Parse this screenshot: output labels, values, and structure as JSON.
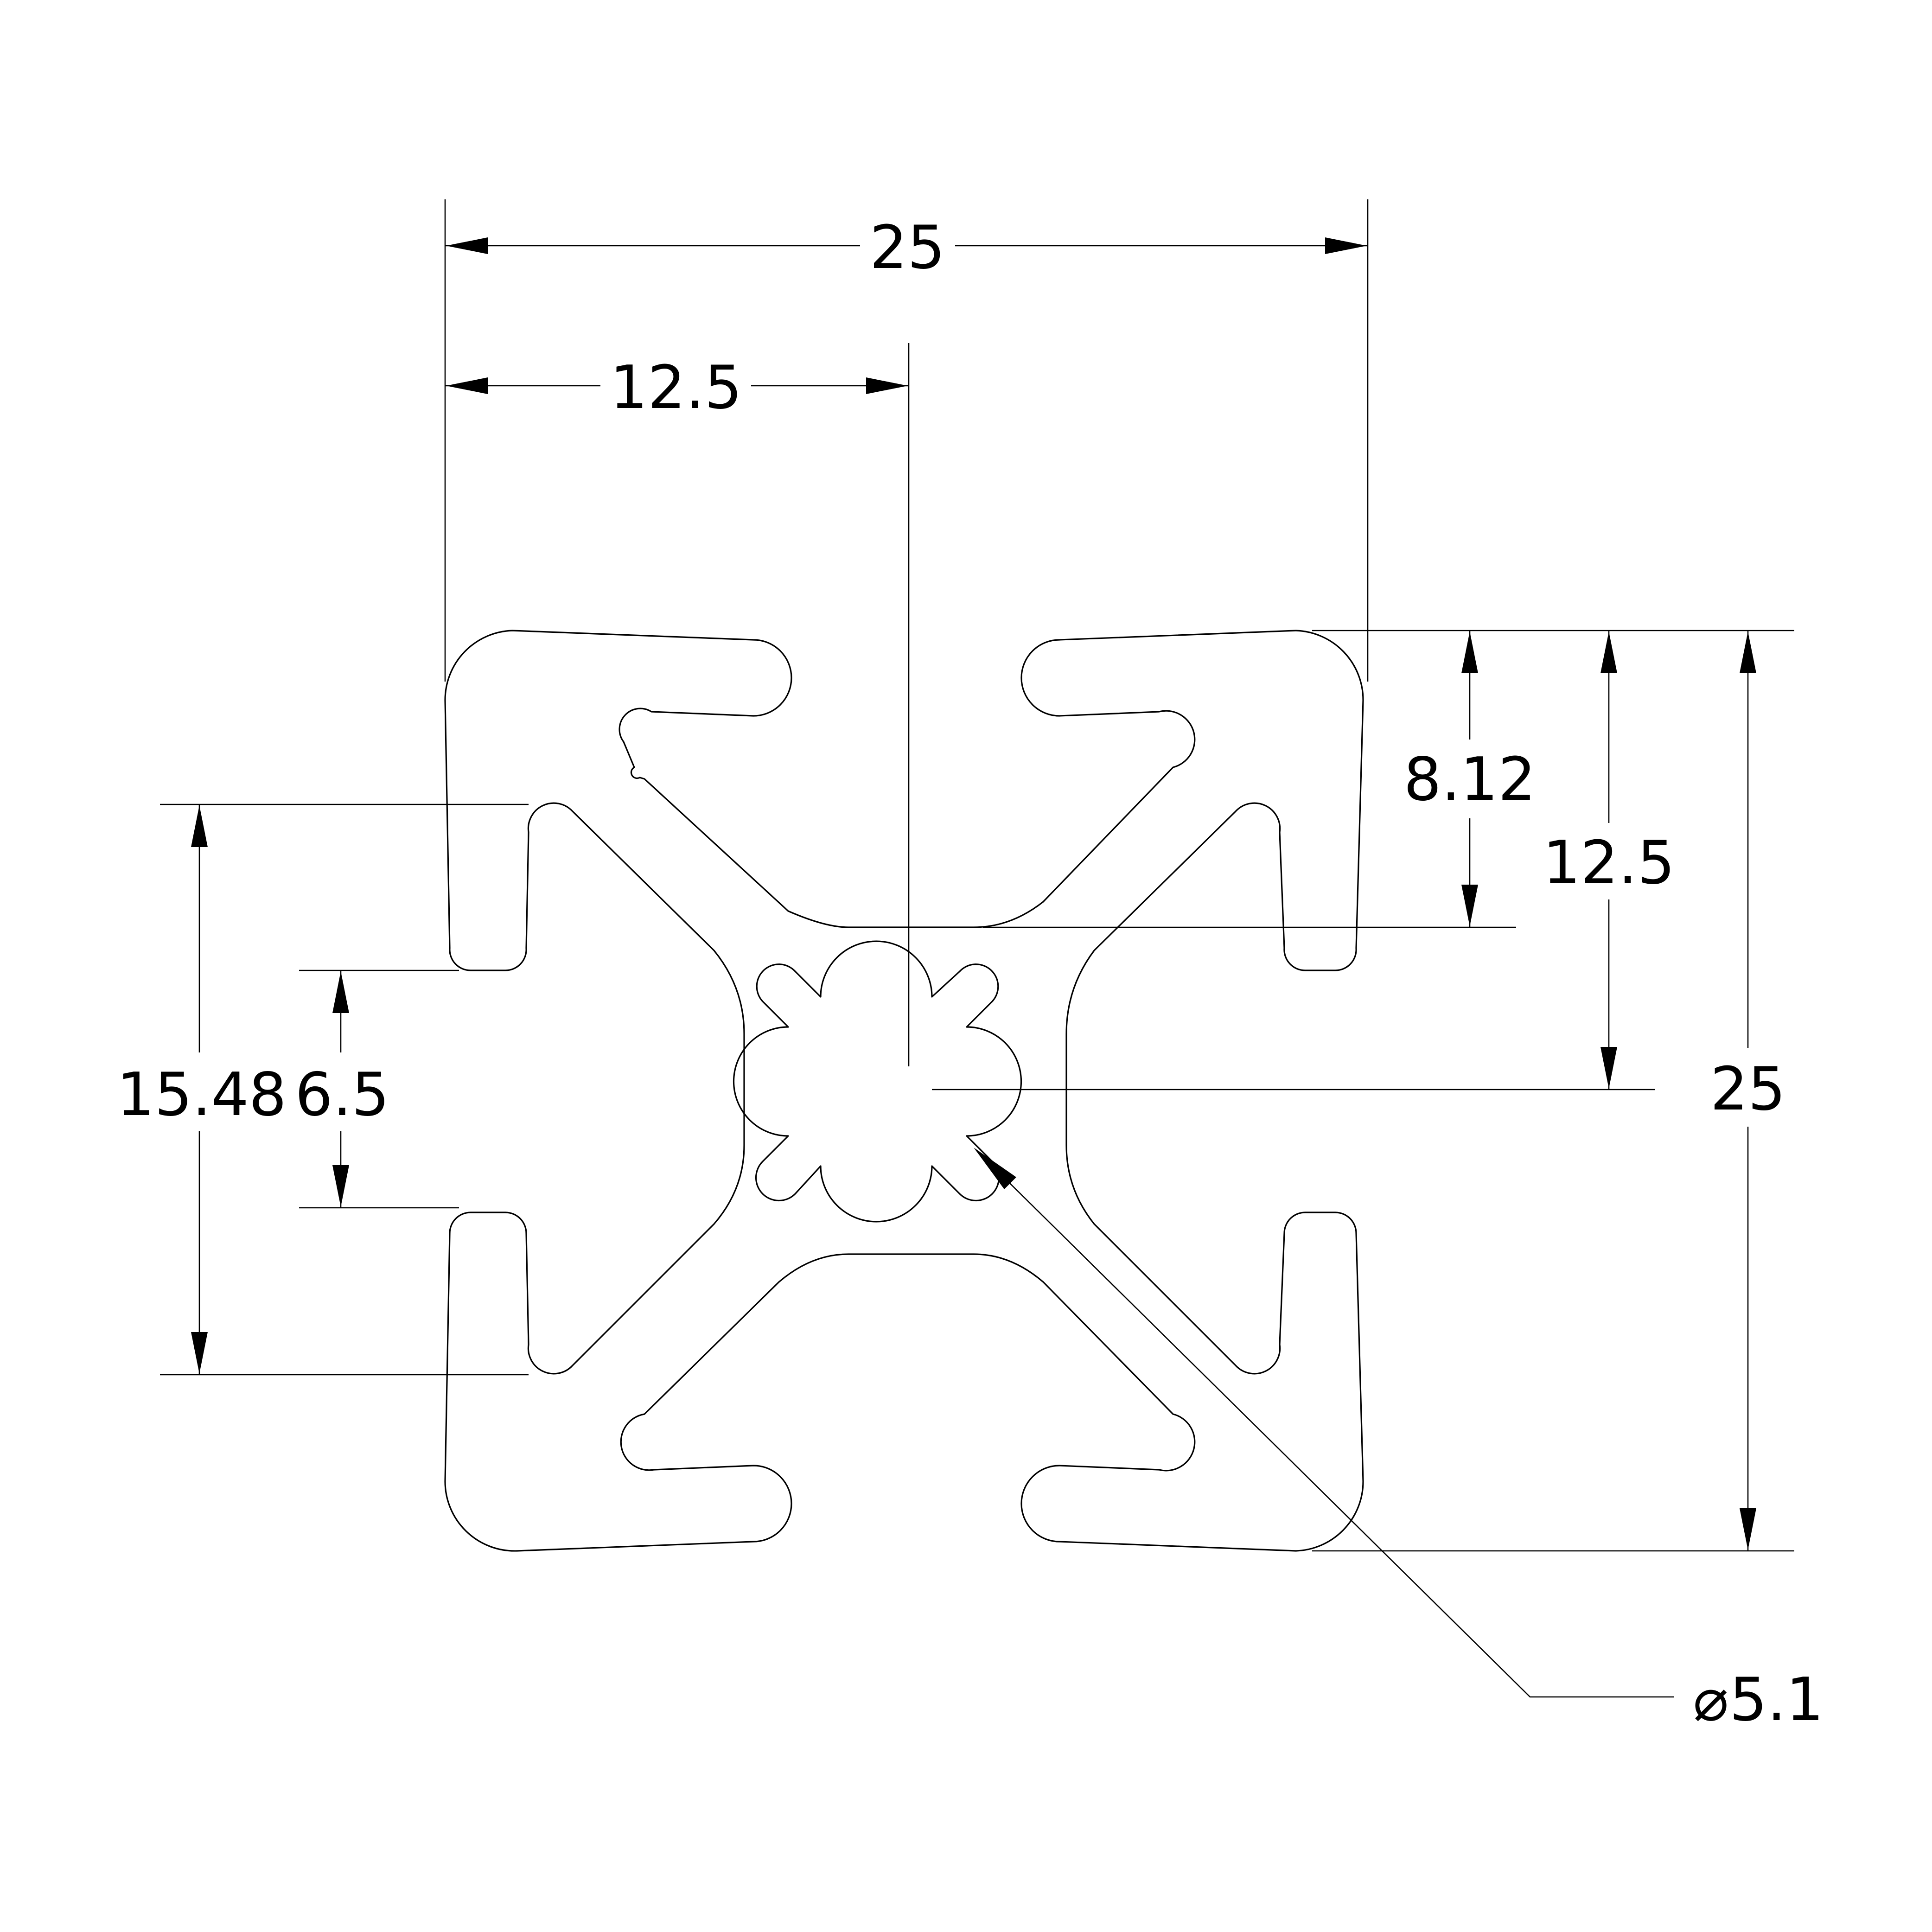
{
  "background": "#ffffff",
  "line_color": "#000000",
  "dimensions": {
    "overall_width": "25",
    "half_width": "12.5",
    "slot_depth": "8.12",
    "half_height": "12.5",
    "overall_height": "25",
    "slot_span": "15.48",
    "slot_opening": "6.5",
    "diameter_symbol": "⌀",
    "center_bore": "5.1"
  }
}
